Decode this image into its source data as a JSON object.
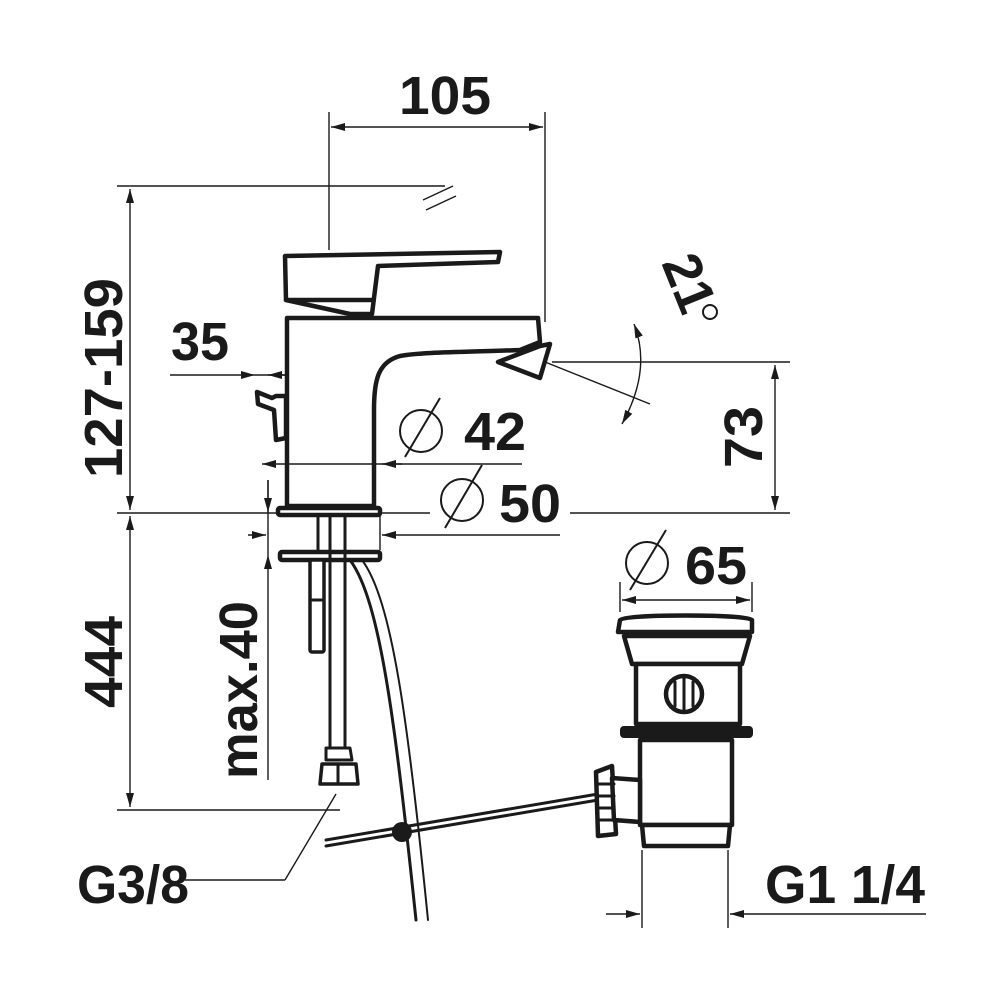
{
  "drawing": {
    "labels": {
      "width_105": "105",
      "height_127_159": "127-159",
      "dim_35": "35",
      "diam_42": "42",
      "diam_50": "50",
      "height_73": "73",
      "angle_21": "21",
      "diam_65": "65",
      "length_444": "444",
      "max_40": "max.40",
      "thread_g38": "G3/8",
      "thread_g114": "G1 1/4"
    },
    "line_color": "#1a1a1a"
  }
}
